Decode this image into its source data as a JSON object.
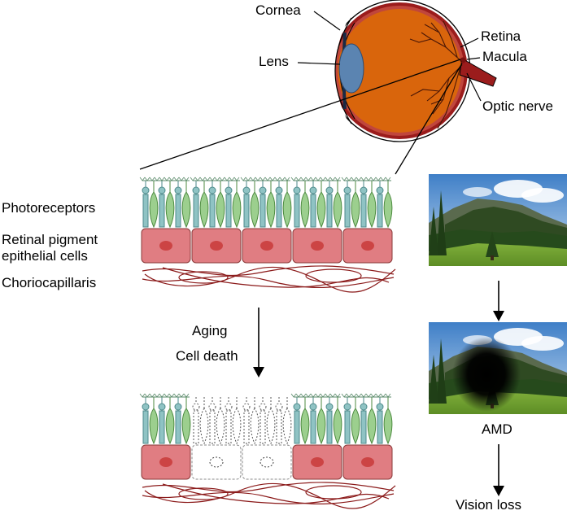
{
  "eye_labels": {
    "cornea": "Cornea",
    "lens": "Lens",
    "retina": "Retina",
    "macula": "Macula",
    "optic_nerve": "Optic nerve"
  },
  "layer_labels": {
    "photoreceptors": "Photoreceptors",
    "rpe_line1": "Retinal pigment",
    "rpe_line2": "epithelial cells",
    "choriocapillaris": "Choriocapillaris"
  },
  "process_labels": {
    "aging": "Aging",
    "cell_death": "Cell death"
  },
  "vision_labels": {
    "amd": "AMD",
    "vision_loss": "Vision loss"
  },
  "colors": {
    "sclera_rim": "#9b1c1c",
    "eye_fill": "#d9650c",
    "lens": "#5b84b1",
    "photoreceptor_rod": "#8fc3c4",
    "photoreceptor_cone": "#9ccf8e",
    "rpe_cell": "#e07d82",
    "rpe_nucleus": "#cc4444",
    "capillary": "#8b1a1a"
  }
}
